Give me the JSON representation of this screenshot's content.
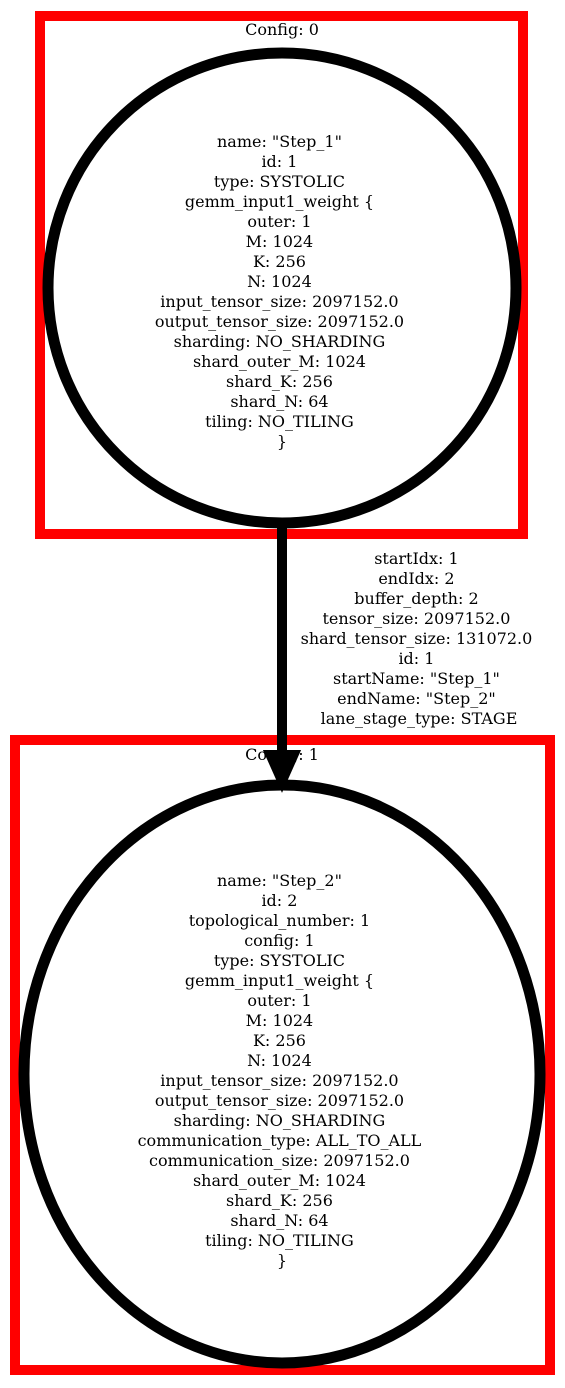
{
  "colors": {
    "cluster_border": "#ff0000",
    "node_stroke": "#000000",
    "edge": "#000000",
    "background": "#ffffff"
  },
  "clusters": [
    {
      "label": "Config: 0"
    },
    {
      "label": "Config: 1"
    }
  ],
  "nodes": [
    {
      "lines": [
        "name: \"Step_1\"",
        "id: 1",
        "type: SYSTOLIC",
        "gemm_input1_weight {",
        "outer: 1",
        "M: 1024",
        "K: 256",
        "N: 1024",
        "input_tensor_size: 2097152.0",
        "output_tensor_size: 2097152.0",
        "sharding: NO_SHARDING",
        "shard_outer_M: 1024",
        "shard_K: 256",
        "shard_N: 64",
        "tiling: NO_TILING",
        "}"
      ]
    },
    {
      "lines": [
        "name: \"Step_2\"",
        "id: 2",
        "topological_number: 1",
        "config: 1",
        "type: SYSTOLIC",
        "gemm_input1_weight {",
        "outer: 1",
        "M: 1024",
        "K: 256",
        "N: 1024",
        "input_tensor_size: 2097152.0",
        "output_tensor_size: 2097152.0",
        "sharding: NO_SHARDING",
        "communication_type: ALL_TO_ALL",
        "communication_size: 2097152.0",
        "shard_outer_M: 1024",
        "shard_K: 256",
        "shard_N: 64",
        "tiling: NO_TILING",
        "}"
      ]
    }
  ],
  "edge": {
    "lines": [
      "startIdx: 1",
      "endIdx: 2",
      "buffer_depth: 2",
      "tensor_size: 2097152.0",
      "shard_tensor_size: 131072.0",
      "id: 1",
      "startName: \"Step_1\"",
      "endName: \"Step_2\"",
      "lane_stage_type: STAGE"
    ]
  }
}
